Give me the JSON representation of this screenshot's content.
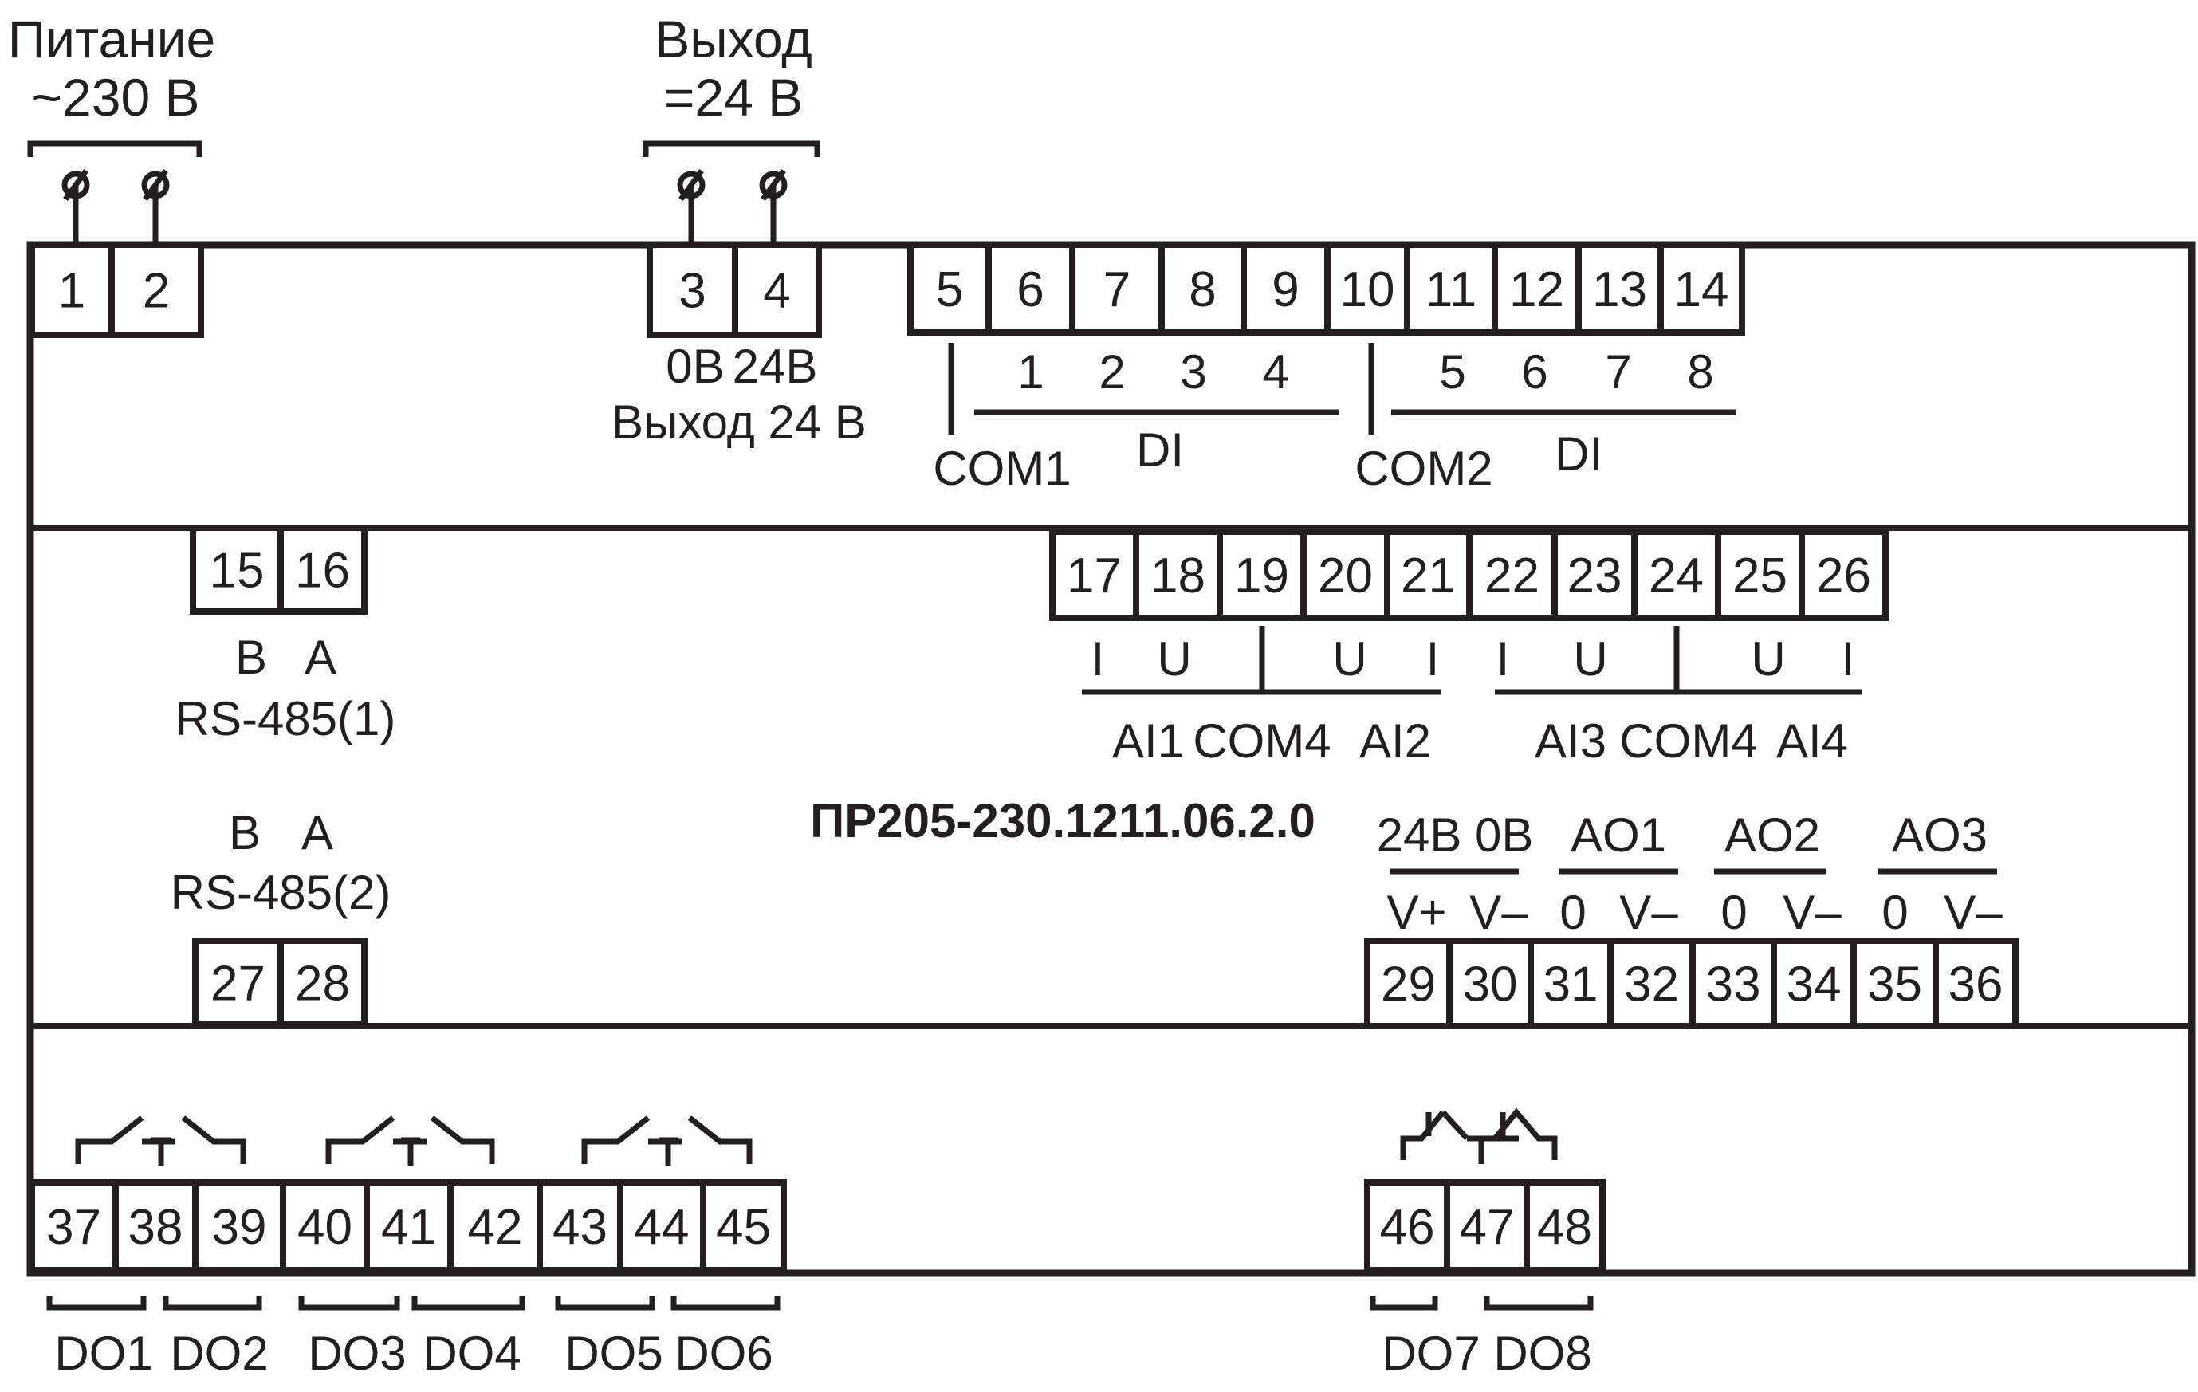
{
  "power": {
    "title": "Питание",
    "voltage": "~230 В"
  },
  "output": {
    "title": "Выход",
    "voltage": "=24 В"
  },
  "model": "ПР205-230.1211.06.2.0",
  "terminals": [
    "1",
    "2",
    "3",
    "4",
    "5",
    "6",
    "7",
    "8",
    "9",
    "10",
    "11",
    "12",
    "13",
    "14",
    "15",
    "16",
    "17",
    "18",
    "19",
    "20",
    "21",
    "22",
    "23",
    "24",
    "25",
    "26",
    "27",
    "28",
    "29",
    "30",
    "31",
    "32",
    "33",
    "34",
    "35",
    "36",
    "37",
    "38",
    "39",
    "40",
    "41",
    "42",
    "43",
    "44",
    "45",
    "46",
    "47",
    "48"
  ],
  "out24": {
    "zero": "0В",
    "plus": "24В",
    "caption": "Выход 24 В"
  },
  "di": {
    "group1_numbers": [
      "1",
      "2",
      "3",
      "4"
    ],
    "group2_numbers": [
      "5",
      "6",
      "7",
      "8"
    ],
    "com1": "COM1",
    "com2": "COM2",
    "label": "DI"
  },
  "rs485_1": {
    "b": "B",
    "a": "A",
    "caption": "RS-485(1)"
  },
  "rs485_2": {
    "b": "B",
    "a": "A",
    "caption": "RS-485(2)"
  },
  "ai": {
    "pins": [
      "I",
      "U",
      "U",
      "I",
      "I",
      "U",
      "U",
      "I"
    ],
    "labels": [
      "AI1",
      "COM4",
      "AI2",
      "AI3",
      "COM4",
      "AI4"
    ]
  },
  "ao": {
    "groups": [
      "24В 0В",
      "AO1",
      "AO2",
      "AO3"
    ],
    "pins": [
      "V+",
      "V–",
      "0",
      "V–",
      "0",
      "V–",
      "0",
      "V–"
    ]
  },
  "do": {
    "labels": [
      "DO1",
      "DO2",
      "DO3",
      "DO4",
      "DO5",
      "DO6",
      "DO7",
      "DO8"
    ]
  }
}
